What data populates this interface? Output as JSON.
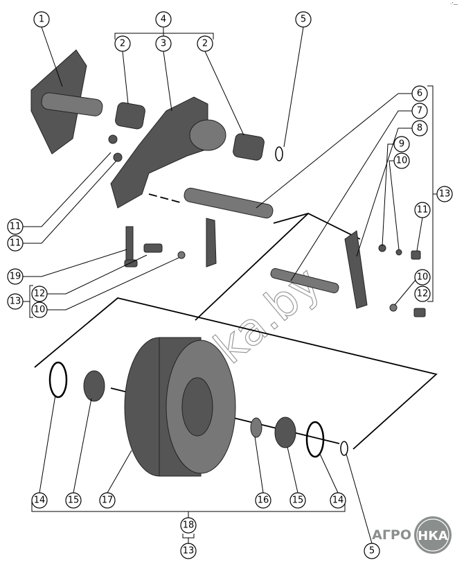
{
  "diagram": {
    "callouts": [
      "1",
      "4",
      "2",
      "3",
      "2",
      "5",
      "6",
      "7",
      "8",
      "9",
      "10",
      "13",
      "11",
      "10",
      "12",
      "11",
      "11",
      "19",
      "12",
      "13",
      "10",
      "14",
      "15",
      "17",
      "16",
      "15",
      "14",
      "18",
      "13",
      "5"
    ],
    "watermark": "nka.by",
    "logo": {
      "left": "АГРО",
      "right": "НКА"
    },
    "corner_mark": "·’—"
  }
}
